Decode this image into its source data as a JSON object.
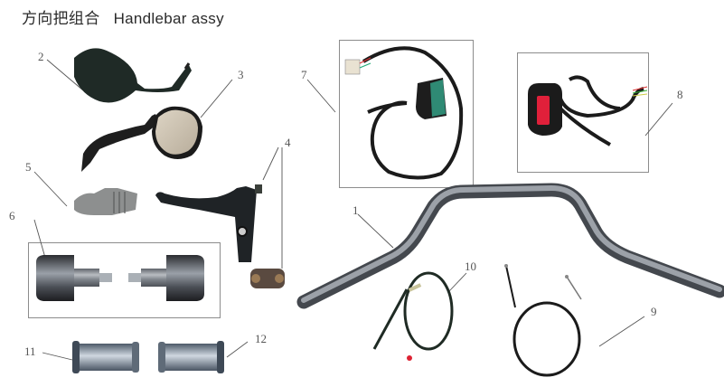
{
  "title": {
    "chinese": "方向把组合",
    "english": "Handlebar assy"
  },
  "callouts": [
    {
      "id": "1",
      "part": "handlebar"
    },
    {
      "id": "2",
      "part": "left-mirror"
    },
    {
      "id": "3",
      "part": "right-mirror"
    },
    {
      "id": "4",
      "part": "clutch-lever-and-clamp"
    },
    {
      "id": "5",
      "part": "lever-dust-cover"
    },
    {
      "id": "6",
      "part": "bar-end-weights"
    },
    {
      "id": "7",
      "part": "left-handlebar-switch"
    },
    {
      "id": "8",
      "part": "right-handlebar-switch"
    },
    {
      "id": "9",
      "part": "throttle-cable"
    },
    {
      "id": "10",
      "part": "clutch-cable"
    },
    {
      "id": "11",
      "part": "left-grip"
    },
    {
      "id": "12",
      "part": "right-grip"
    }
  ],
  "colors": {
    "background": "#ffffff",
    "leader_line": "#555555",
    "box_border": "#8c8c8c",
    "chrome": "#8e9298",
    "black_part": "#1e1e1e",
    "switch_green": "#2f8a74",
    "switch_red": "#e0203a",
    "mirror_glass": "#c9bfae"
  }
}
